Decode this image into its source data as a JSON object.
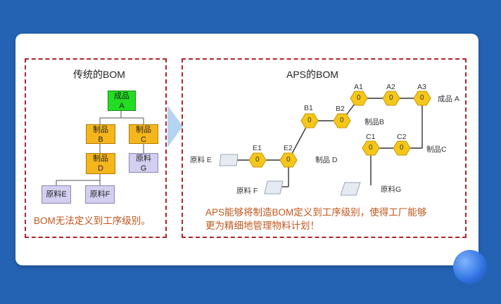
{
  "left_panel": {
    "title": "传统的BOM",
    "nodes": {
      "a": {
        "label": "成品",
        "code": "A"
      },
      "b": {
        "label": "制品",
        "code": "B"
      },
      "c": {
        "label": "制品",
        "code": "C"
      },
      "d": {
        "label": "制品",
        "code": "D"
      },
      "g": {
        "label": "原料",
        "code": "G"
      },
      "e": {
        "label": "原料E"
      },
      "f": {
        "label": "原料F"
      }
    },
    "caption": "BOM无法定义到工序级别。"
  },
  "right_panel": {
    "title": "APS的BOM",
    "ops": {
      "a1": "A1",
      "a2": "A2",
      "a3": "A3",
      "b1": "B1",
      "b2": "B2",
      "c1": "C1",
      "c2": "C2",
      "e1": "E1",
      "e2": "E2",
      "zero": "0"
    },
    "labels": {
      "product_a": "成品 A",
      "part_b": "制品B",
      "part_c": "制品C",
      "part_d": "制品 D",
      "raw_e": "原料 E",
      "raw_f": "原料 F",
      "raw_g": "原料G"
    },
    "note_line1": "APS能够将制造BOM定义到工序级别，使得工厂能够",
    "note_line2": "更为精细地管理物料计划！"
  },
  "colors": {
    "background": "#2463b4",
    "dashed_border": "#b0242b",
    "caption_text": "#c0561c",
    "hex_fill": "#f5c71a",
    "green_node": "#22dd22",
    "orange_node": "#f5b61c",
    "lavender_node": "#d3cff0"
  }
}
